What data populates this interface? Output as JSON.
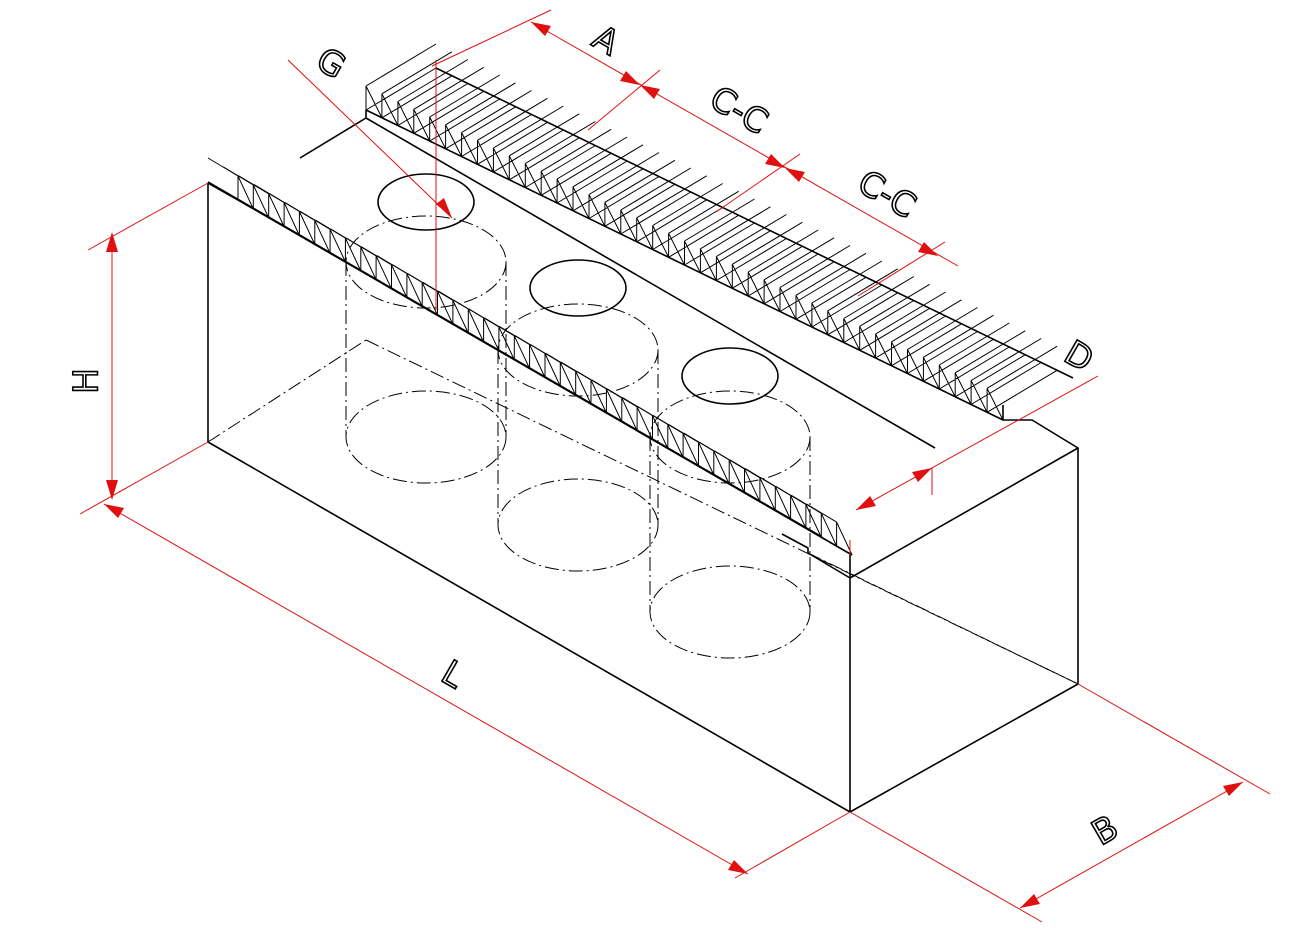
{
  "diagram": {
    "labels": {
      "A": "A",
      "C_C_1": "C-C",
      "C_C_2": "C-C",
      "G": "G",
      "H": "H",
      "D": "D",
      "L": "L",
      "B": "B"
    },
    "colors": {
      "outline": "#000000",
      "dimension": "#e01010",
      "background": "#ffffff"
    },
    "serration_teeth_per_row": 40,
    "holes": 3
  }
}
